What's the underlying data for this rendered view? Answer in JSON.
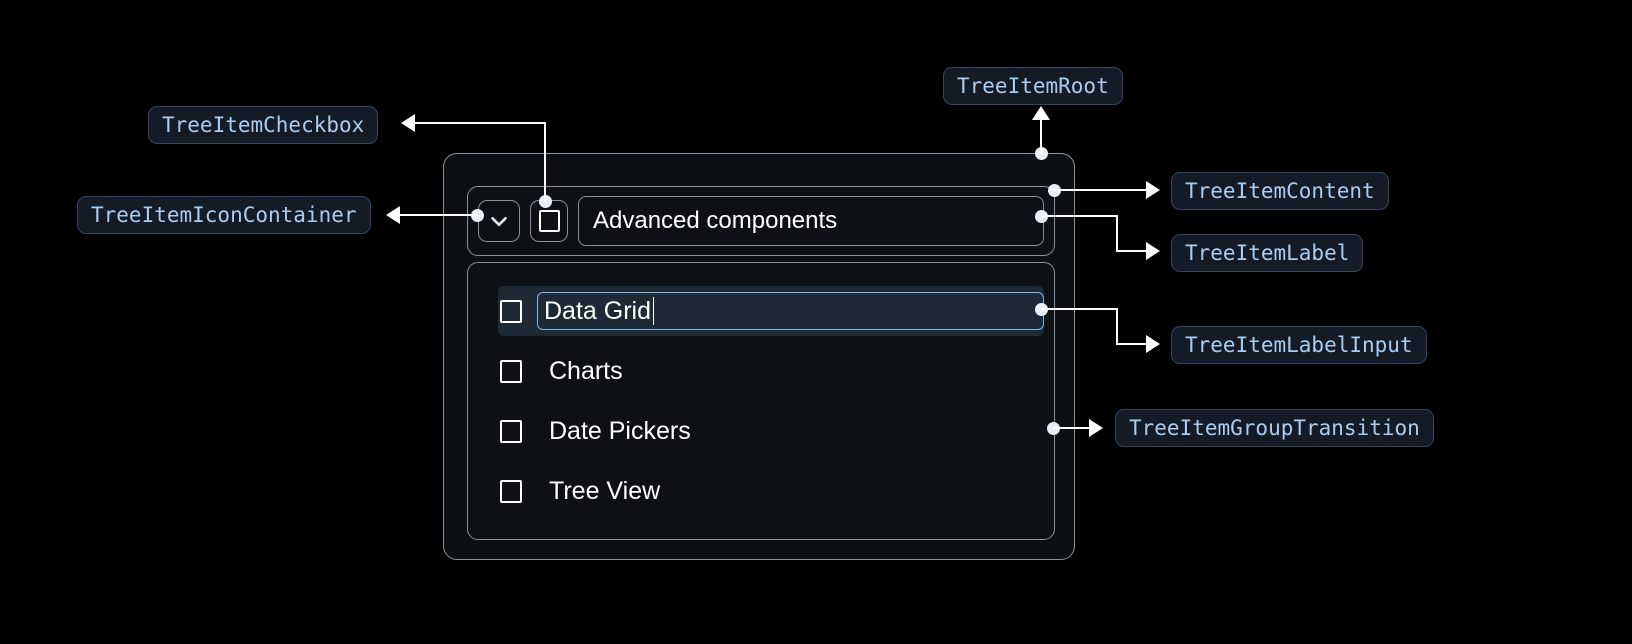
{
  "theme": {
    "background": "#000000",
    "chip_bg": "#141b27",
    "chip_border": "#38445a",
    "chip_text": "#a9cdf2",
    "connector": "#ffffff",
    "panel_border": "#8b9099",
    "panel_bg": "#0d1116",
    "selected_row_bg": "#1e2936",
    "input_focus_border": "#7cb5e8",
    "label_text": "#ffffff"
  },
  "annotations": {
    "tree_item_checkbox": "TreeItemCheckbox",
    "tree_item_icon_container": "TreeItemIconContainer",
    "tree_item_root": "TreeItemRoot",
    "tree_item_content": "TreeItemContent",
    "tree_item_label": "TreeItemLabel",
    "tree_item_label_input": "TreeItemLabelInput",
    "tree_item_group_transition": "TreeItemGroupTransition"
  },
  "tree": {
    "root": {
      "expand_icon": "chevron-down-icon",
      "checkbox_checked": false,
      "label": "Advanced components"
    },
    "children": [
      {
        "label": "Data Grid",
        "checked": false,
        "editing": true
      },
      {
        "label": "Charts",
        "checked": false,
        "editing": false
      },
      {
        "label": "Date Pickers",
        "checked": false,
        "editing": false
      },
      {
        "label": "Tree View",
        "checked": false,
        "editing": false
      }
    ]
  }
}
